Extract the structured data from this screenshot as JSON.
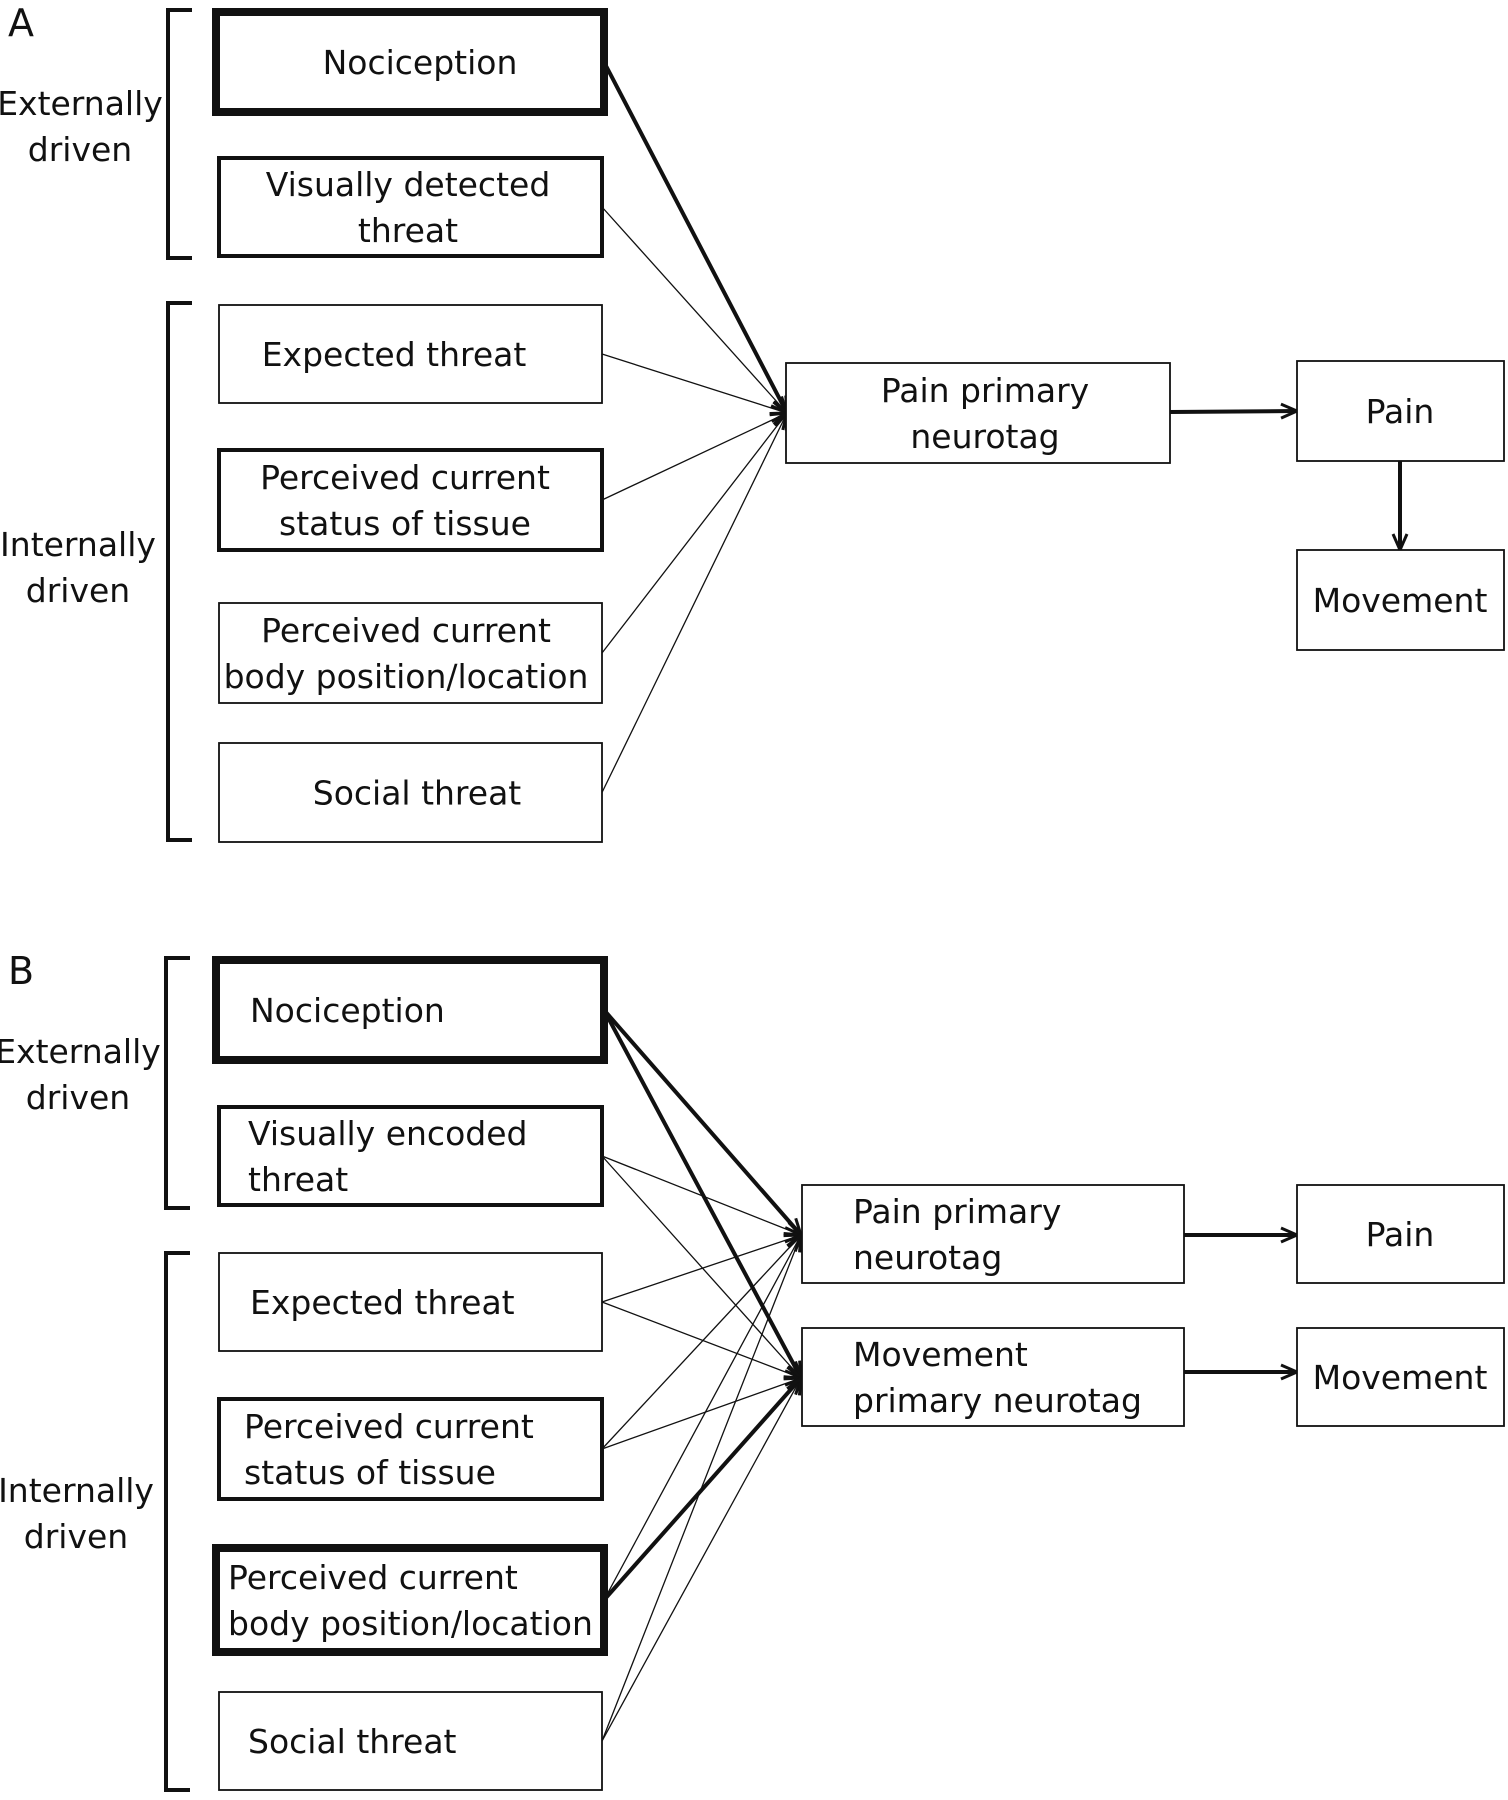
{
  "panels": [
    {
      "letter": "A",
      "groups": {
        "external": [
          "Externally",
          "driven"
        ],
        "internal": [
          "Internally",
          "driven"
        ]
      },
      "inputs": [
        {
          "id": "nociception",
          "lines": [
            "Nociception"
          ],
          "weight": "heavy"
        },
        {
          "id": "visual-threat",
          "lines": [
            "Visually detected",
            "threat"
          ],
          "weight": "medium"
        },
        {
          "id": "expected-threat",
          "lines": [
            "Expected threat"
          ],
          "weight": "thin"
        },
        {
          "id": "tissue-status",
          "lines": [
            "Perceived current",
            "status of tissue"
          ],
          "weight": "medium"
        },
        {
          "id": "body-position",
          "lines": [
            "Perceived current",
            "body position/location"
          ],
          "weight": "thin"
        },
        {
          "id": "social-threat",
          "lines": [
            "Social threat"
          ],
          "weight": "thin"
        }
      ],
      "neurotags": [
        {
          "id": "pain-neurotag",
          "lines": [
            "Pain primary",
            "neurotag"
          ]
        }
      ],
      "outputs": [
        {
          "id": "pain",
          "lines": [
            "Pain"
          ]
        },
        {
          "id": "movement",
          "lines": [
            "Movement"
          ]
        }
      ],
      "edges": [
        {
          "from": "nociception",
          "to": "pain-neurotag",
          "weight": "heavy"
        },
        {
          "from": "visual-threat",
          "to": "pain-neurotag",
          "weight": "thin"
        },
        {
          "from": "expected-threat",
          "to": "pain-neurotag",
          "weight": "thin"
        },
        {
          "from": "tissue-status",
          "to": "pain-neurotag",
          "weight": "thin"
        },
        {
          "from": "body-position",
          "to": "pain-neurotag",
          "weight": "thin"
        },
        {
          "from": "social-threat",
          "to": "pain-neurotag",
          "weight": "thin"
        },
        {
          "from": "pain-neurotag",
          "to": "pain",
          "weight": "heavy"
        },
        {
          "from": "pain",
          "to": "movement",
          "weight": "heavy"
        }
      ]
    },
    {
      "letter": "B",
      "groups": {
        "external": [
          "Externally",
          "driven"
        ],
        "internal": [
          "Internally",
          "driven"
        ]
      },
      "inputs": [
        {
          "id": "nociception",
          "lines": [
            "Nociception"
          ],
          "weight": "heavy"
        },
        {
          "id": "visual-threat",
          "lines": [
            "Visually encoded",
            "threat"
          ],
          "weight": "medium"
        },
        {
          "id": "expected-threat",
          "lines": [
            "Expected threat"
          ],
          "weight": "thin"
        },
        {
          "id": "tissue-status",
          "lines": [
            "Perceived current",
            "status of tissue"
          ],
          "weight": "medium"
        },
        {
          "id": "body-position",
          "lines": [
            "Perceived current",
            "body position/location"
          ],
          "weight": "heavy"
        },
        {
          "id": "social-threat",
          "lines": [
            "Social threat"
          ],
          "weight": "thin"
        }
      ],
      "neurotags": [
        {
          "id": "pain-neurotag",
          "lines": [
            "Pain primary",
            "neurotag"
          ]
        },
        {
          "id": "movement-neurotag",
          "lines": [
            "Movement",
            "primary neurotag"
          ]
        }
      ],
      "outputs": [
        {
          "id": "pain",
          "lines": [
            "Pain"
          ]
        },
        {
          "id": "movement",
          "lines": [
            "Movement"
          ]
        }
      ],
      "edges": [
        {
          "from": "nociception",
          "to": "pain-neurotag",
          "weight": "heavy"
        },
        {
          "from": "nociception",
          "to": "movement-neurotag",
          "weight": "heavy"
        },
        {
          "from": "visual-threat",
          "to": "pain-neurotag",
          "weight": "thin"
        },
        {
          "from": "visual-threat",
          "to": "movement-neurotag",
          "weight": "thin"
        },
        {
          "from": "expected-threat",
          "to": "pain-neurotag",
          "weight": "thin"
        },
        {
          "from": "expected-threat",
          "to": "movement-neurotag",
          "weight": "thin"
        },
        {
          "from": "tissue-status",
          "to": "pain-neurotag",
          "weight": "thin"
        },
        {
          "from": "tissue-status",
          "to": "movement-neurotag",
          "weight": "thin"
        },
        {
          "from": "body-position",
          "to": "pain-neurotag",
          "weight": "thin"
        },
        {
          "from": "body-position",
          "to": "movement-neurotag",
          "weight": "heavy"
        },
        {
          "from": "social-threat",
          "to": "pain-neurotag",
          "weight": "thin"
        },
        {
          "from": "social-threat",
          "to": "movement-neurotag",
          "weight": "thin"
        },
        {
          "from": "pain-neurotag",
          "to": "pain",
          "weight": "heavy"
        },
        {
          "from": "movement-neurotag",
          "to": "movement",
          "weight": "heavy"
        }
      ]
    }
  ]
}
